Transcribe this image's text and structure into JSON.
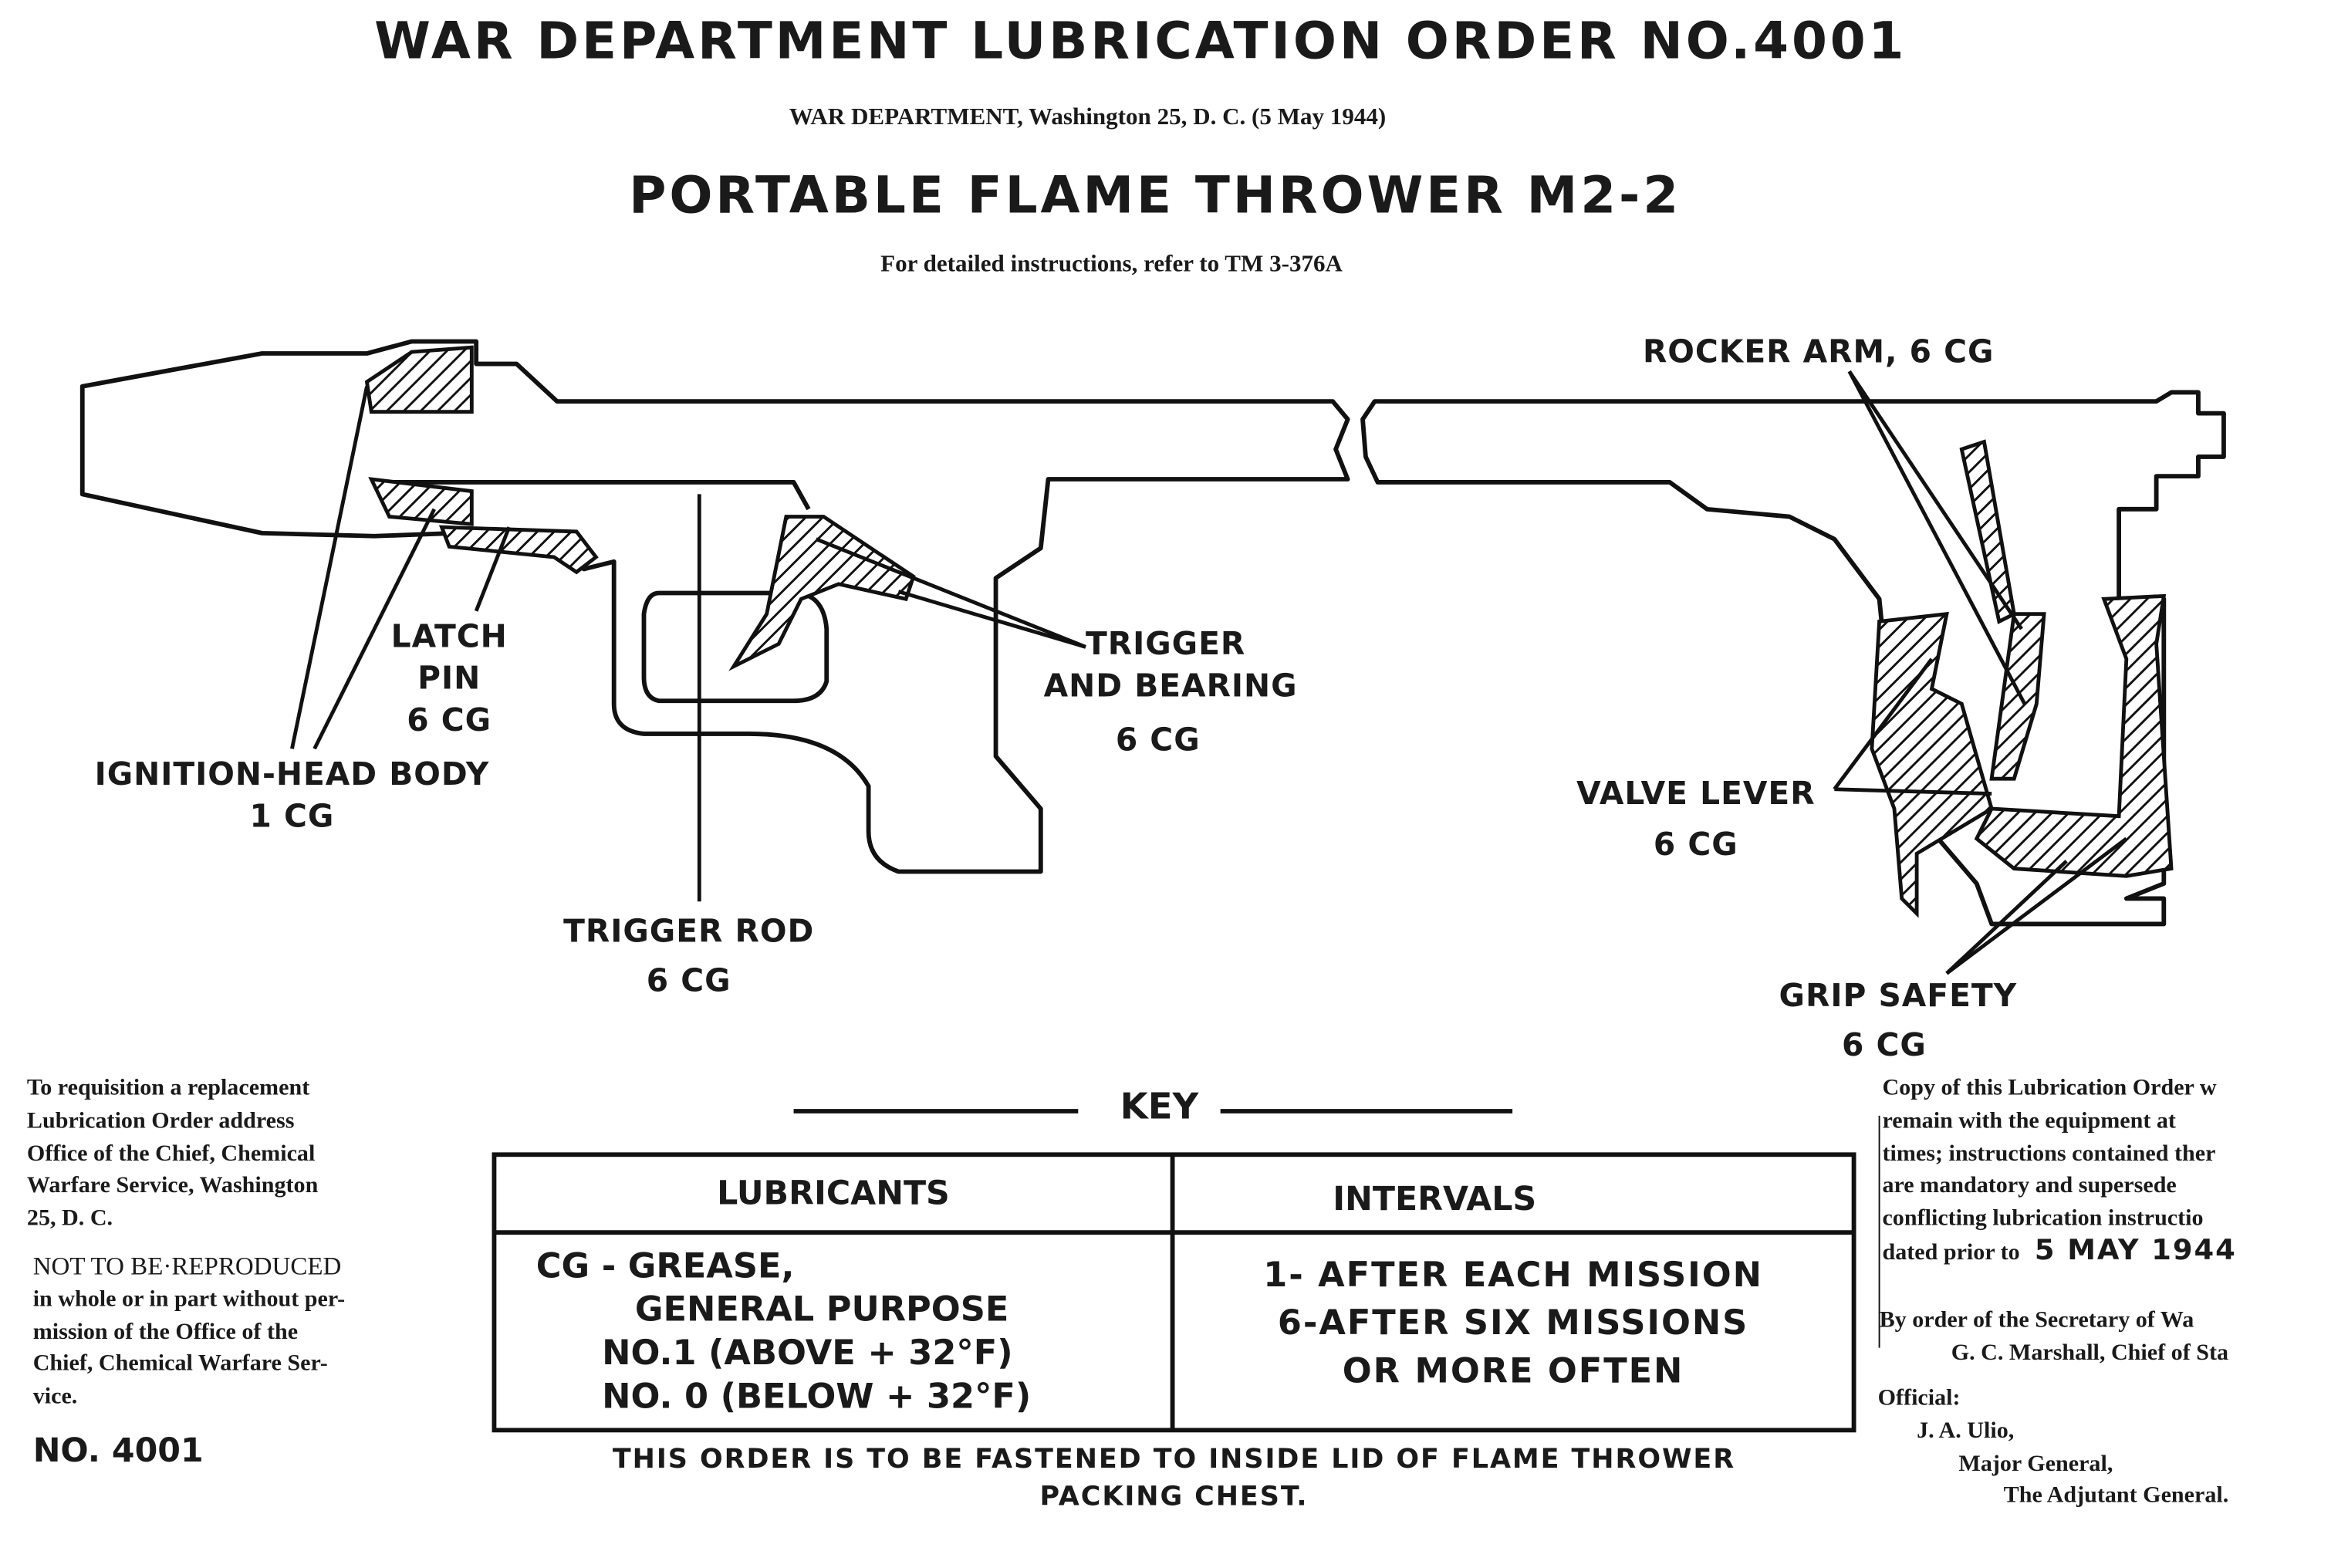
{
  "header": {
    "title": "WAR DEPARTMENT LUBRICATION ORDER NO.4001",
    "issuer": "WAR DEPARTMENT, Washington 25, D. C. (5 May 1944)",
    "equipment": "PORTABLE FLAME THROWER M2-2",
    "reference": "For detailed instructions, refer to TM 3-376A"
  },
  "labels": {
    "rocker_arm": "ROCKER ARM, 6 CG",
    "latch_pin": [
      "LATCH",
      "PIN",
      "6 CG"
    ],
    "ignition_head": [
      "IGNITION-HEAD BODY",
      "1 CG"
    ],
    "trigger": [
      "TRIGGER",
      "AND BEARING",
      "6 CG"
    ],
    "trigger_rod": [
      "TRIGGER ROD",
      "6 CG"
    ],
    "valve_lever": [
      "VALVE LEVER",
      "6 CG"
    ],
    "grip_safety": [
      "GRIP SAFETY",
      "6 CG"
    ]
  },
  "left_notes": {
    "requisition": [
      "To requisition a replacement",
      "Lubrication Order address",
      "Office of the Chief, Chemical",
      "Warfare Service, Washington",
      "25, D. C."
    ],
    "not_reproduced": [
      "NOT TO BE·REPRODUCED",
      "in whole or in part without per-",
      "mission of the Office of the",
      "Chief, Chemical Warfare Ser-",
      "vice."
    ],
    "number": "NO. 4001"
  },
  "key": {
    "title": "KEY",
    "headers": [
      "LUBRICANTS",
      "INTERVALS"
    ],
    "lubricants": [
      "CG - GREASE,",
      "GENERAL PURPOSE",
      "NO.1 (ABOVE + 32°F)",
      "NO. 0 (BELOW + 32°F)"
    ],
    "intervals": [
      "1- AFTER EACH MISSION",
      "6-AFTER SIX MISSIONS",
      "OR MORE OFTEN"
    ],
    "footer": [
      "THIS ORDER IS TO BE FASTENED TO INSIDE LID OF FLAME THROWER",
      "PACKING CHEST."
    ]
  },
  "right_notes": {
    "copy": [
      "Copy of this Lubrication Order w",
      "remain with the equipment at",
      "times; instructions contained ther",
      "are mandatory and supersede",
      "conflicting lubrication instructio"
    ],
    "dated_prefix": "dated prior to",
    "date": "5 MAY 1944",
    "by_order": [
      "By order of the Secretary of Wa",
      "G. C. Marshall, Chief of Sta"
    ],
    "official": [
      "Official:",
      "J. A. Ulio,",
      "Major General,",
      "The Adjutant General."
    ]
  }
}
